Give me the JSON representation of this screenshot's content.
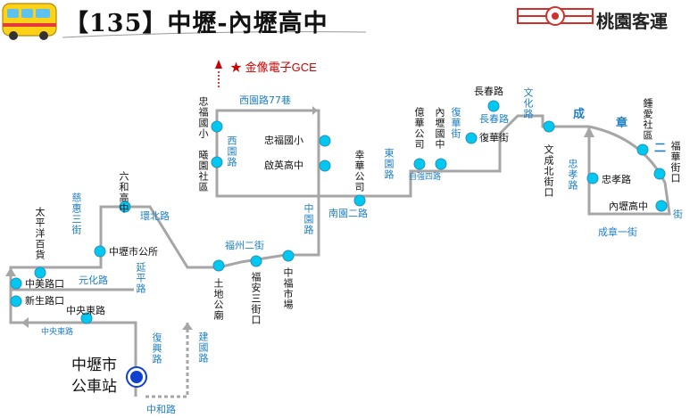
{
  "header": {
    "route_number": "【135】",
    "route_name": "中壢-內壢高中",
    "company_name": "桃園客運",
    "logo_icon": "taoyuan-bus-logo-icon",
    "bus_icon": "yellow-bus-icon"
  },
  "landmark": {
    "label": "金像電子GCE",
    "icon": "red-star-icon",
    "color": "#cc0000"
  },
  "terminal": {
    "label_line1": "中壢市",
    "label_line2": "公車站"
  },
  "stops": [
    {
      "id": "taiping",
      "label": "太平洋百貨"
    },
    {
      "id": "zhongmei",
      "label": "中美路口"
    },
    {
      "id": "xinsheng",
      "label": "新生路口"
    },
    {
      "id": "zhongyang",
      "label": "中央東路"
    },
    {
      "id": "citygov",
      "label": "中壢市公所"
    },
    {
      "id": "liuhe",
      "label": "六和高中"
    },
    {
      "id": "tudi",
      "label": "土地公廟"
    },
    {
      "id": "fuan",
      "label": "福安三街口"
    },
    {
      "id": "zhongfu-market",
      "label": "中福市場"
    },
    {
      "id": "zhongfu-elem",
      "label": "忠福國小"
    },
    {
      "id": "qixiu",
      "label": "啟英高中"
    },
    {
      "id": "xiyuan-zf",
      "label": "忠福國小"
    },
    {
      "id": "xiyuan-community",
      "label": "曦園社區"
    },
    {
      "id": "xingye",
      "label": "幸華公司"
    },
    {
      "id": "yihua",
      "label": "億華公司"
    },
    {
      "id": "neili-elem",
      "label": "內壢國中"
    },
    {
      "id": "fuhua",
      "label": "復華街"
    },
    {
      "id": "changchun",
      "label": "長春路"
    },
    {
      "id": "wenhua-north",
      "label": "文成北街口"
    },
    {
      "id": "zhongai",
      "label": "鍾愛社區"
    },
    {
      "id": "fuhua-st",
      "label": "福華街口"
    },
    {
      "id": "zhongxiao",
      "label": "忠孝路"
    },
    {
      "id": "neili-high",
      "label": "內壢高中"
    }
  ],
  "roads": {
    "zhongyang_east": "中央東路",
    "yuanhua": "元化路",
    "yanping": "延平路",
    "cihui": "慈惠三街",
    "huanbei": "環北路",
    "fuzhou": "福州二街",
    "zhongyuan": "中園路",
    "xiyuan": "西園路",
    "xiyuan77": "西園路77巷",
    "nanyuan": "南園二路",
    "dongyuan": "東園路",
    "zixiang": "自強四路",
    "fuhua_rd": "復華街",
    "changchun_rd": "長春路",
    "wenhua": "文化路",
    "chengzhang": "成章",
    "chengzhang_one": "成章一街",
    "zhongxiao_rd": "忠孝路",
    "fuxing": "復興路",
    "jianguo": "建國路",
    "zhonghe": "中和路",
    "jie": "街",
    "er": "二"
  },
  "colors": {
    "route_line": "#a6a6a6",
    "stop_fill": "#00c8f0",
    "road_text": "#1f7fc4",
    "terminal_blue": "#1040d0"
  }
}
